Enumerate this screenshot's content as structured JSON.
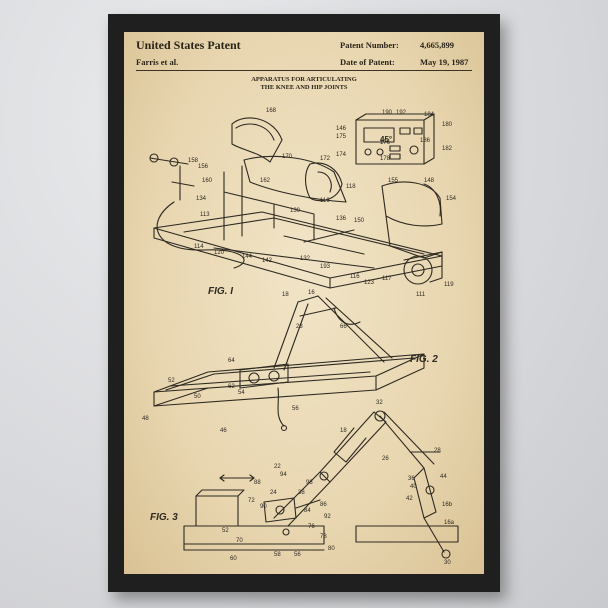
{
  "patent": {
    "title": "United States Patent",
    "inventor": "Farris et al.",
    "number_label": "Patent Number:",
    "number": "4,665,899",
    "date_label": "Date of Patent:",
    "date": "May 19, 1987",
    "subtitle_line1": "APPARATUS FOR ARTICULATING",
    "subtitle_line2": "THE KNEE AND HIP JOINTS"
  },
  "figures": {
    "fig1": "FIG. I",
    "fig2": "FIG. 2",
    "fig3": "FIG. 3"
  },
  "display": {
    "angle": "45°"
  },
  "refs_fig1": [
    "168",
    "146",
    "175",
    "174",
    "190",
    "192",
    "180",
    "184",
    "182",
    "186",
    "176",
    "178",
    "172",
    "158",
    "156",
    "170",
    "155",
    "148",
    "154",
    "160",
    "118",
    "134",
    "130",
    "116",
    "136",
    "150",
    "113",
    "114",
    "120",
    "144",
    "142",
    "132",
    "193",
    "116",
    "123",
    "117",
    "119",
    "111",
    "162"
  ],
  "refs_fig2": [
    "18",
    "16",
    "28",
    "52",
    "64",
    "50",
    "46",
    "48",
    "56",
    "54",
    "62",
    "66"
  ],
  "refs_fig3": [
    "22",
    "24",
    "88",
    "72",
    "90",
    "38",
    "84",
    "76",
    "78",
    "80",
    "52",
    "58",
    "56",
    "60",
    "70",
    "30",
    "16a",
    "16b",
    "40",
    "42",
    "36",
    "26",
    "32",
    "18",
    "28",
    "44",
    "92",
    "94",
    "98",
    "86"
  ]
}
